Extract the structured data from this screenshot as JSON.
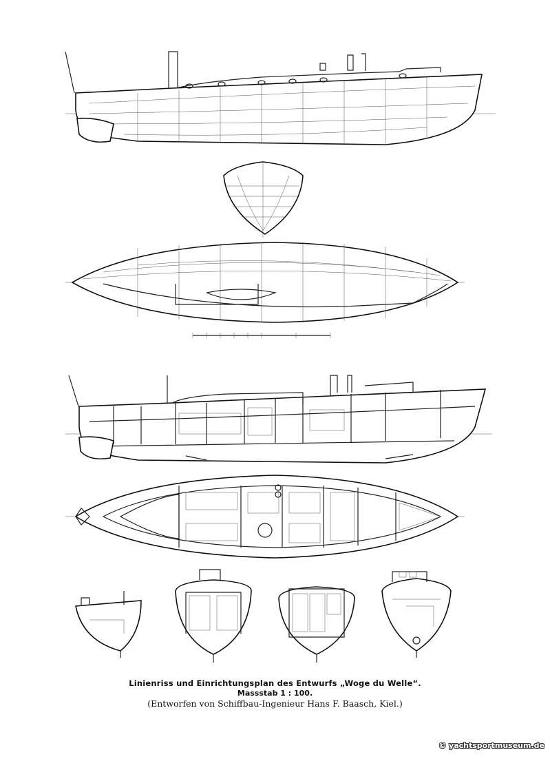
{
  "caption": {
    "title": "Linienriss und Einrichtungsplan des Entwurfs „Woge du Welle“.",
    "scale": "Massstab 1 : 100.",
    "credit": "(Entworfen von Schiffbau-Ingenieur Hans F. Baasch, Kiel.)"
  },
  "watermark": "© yachtsportmuseum.de"
}
